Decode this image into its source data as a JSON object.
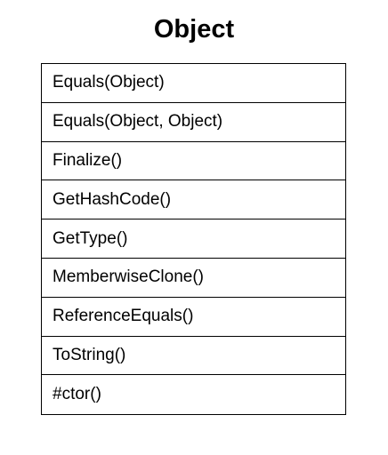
{
  "class_diagram": {
    "title": "Object",
    "methods": [
      "Equals(Object)",
      "Equals(Object, Object)",
      "Finalize()",
      "GetHashCode()",
      "GetType()",
      "MemberwiseClone()",
      "ReferenceEquals()",
      "ToString()",
      "#ctor()"
    ]
  }
}
